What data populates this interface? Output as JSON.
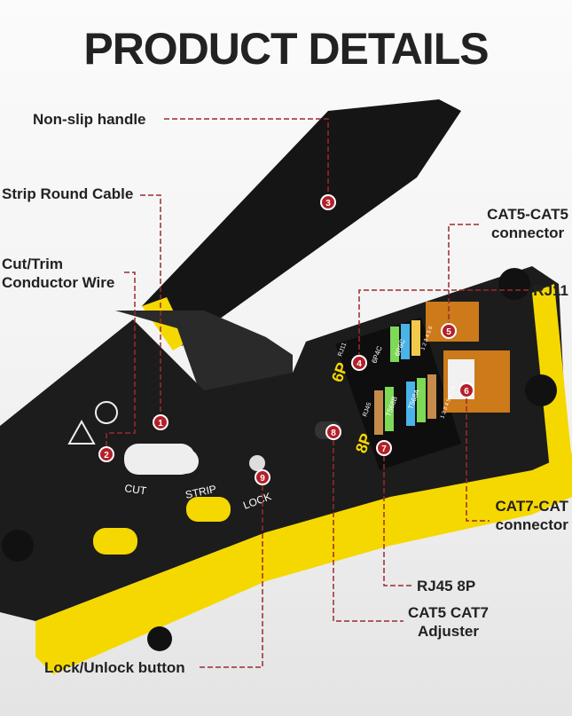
{
  "title": "PRODUCT DETAILS",
  "callouts": [
    {
      "num": "1",
      "label": "Strip Round Cable"
    },
    {
      "num": "2",
      "label_line1": "Cut/Trim",
      "label_line2": "Conductor Wire"
    },
    {
      "num": "3",
      "label": "Non-slip handle"
    },
    {
      "num": "4",
      "label": "RJ11"
    },
    {
      "num": "5",
      "label_line1": "CAT5-CAT5",
      "label_line2": "connector"
    },
    {
      "num": "6",
      "label_line1": "CAT7-CAT",
      "label_line2": "connector"
    },
    {
      "num": "7",
      "label": "RJ45 8P"
    },
    {
      "num": "8",
      "label_line1": "CAT5 CAT7",
      "label_line2": "Adjuster"
    },
    {
      "num": "9",
      "label": "Lock/Unlock button"
    }
  ],
  "tool_markings": {
    "cut": "CUT",
    "strip": "STRIP",
    "lock": "LOCK",
    "p6": "6P",
    "p8": "8P",
    "rj11": "RJ11",
    "rj45": "RJ45",
    "c6p4c": "6P4C",
    "c6p6c": "6P6C",
    "t568b": "T568B",
    "t568a": "T568A",
    "pins6": "1 2 3 4 5 6",
    "pins8": "1 2 3 4 5 6 7 8"
  },
  "colors": {
    "accent_yellow": "#f5d800",
    "tool_black": "#1b1b1b",
    "callout_red": "#b3202a",
    "dash_line": "#9c2a2a"
  }
}
